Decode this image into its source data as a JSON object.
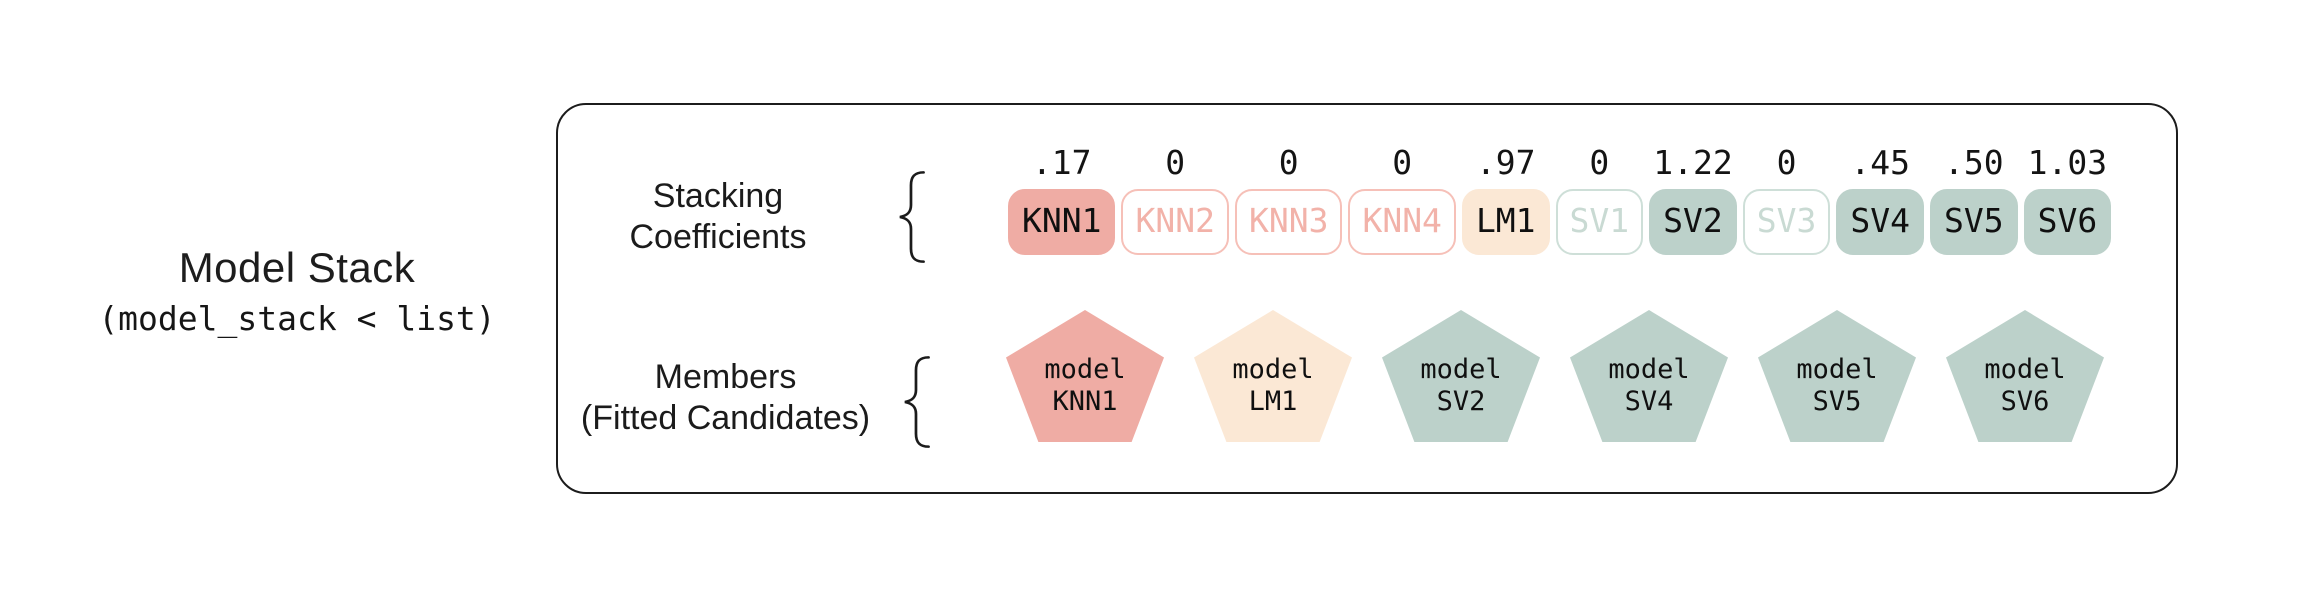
{
  "title": {
    "heading": "Model Stack",
    "subtitle_code": "(model_stack < list)"
  },
  "colors": {
    "salmon": "#EFACA4",
    "salmon_faded_border": "#F6C0B8",
    "salmon_faded_text": "#F2B2A9",
    "cream": "#FBE8D5",
    "teal": "#BCD1CA",
    "teal_faded_border": "#CEDFD8",
    "teal_faded_text": "#C9DAD3",
    "ink": "#1B1B1B"
  },
  "stack": {
    "coefficients_label": {
      "line1": "Stacking",
      "line2": "Coefficients"
    },
    "members_label": {
      "line1": "Members",
      "line2": "(Fitted Candidates)"
    },
    "coefficients": [
      {
        "model": "KNN1",
        "value": ".17",
        "group": "knn",
        "active": true
      },
      {
        "model": "KNN2",
        "value": "0",
        "group": "knn",
        "active": false
      },
      {
        "model": "KNN3",
        "value": "0",
        "group": "knn",
        "active": false
      },
      {
        "model": "KNN4",
        "value": "0",
        "group": "knn",
        "active": false
      },
      {
        "model": "LM1",
        "value": ".97",
        "group": "lm",
        "active": true
      },
      {
        "model": "SV1",
        "value": "0",
        "group": "sv",
        "active": false
      },
      {
        "model": "SV2",
        "value": "1.22",
        "group": "sv",
        "active": true
      },
      {
        "model": "SV3",
        "value": "0",
        "group": "sv",
        "active": false
      },
      {
        "model": "SV4",
        "value": ".45",
        "group": "sv",
        "active": true
      },
      {
        "model": "SV5",
        "value": ".50",
        "group": "sv",
        "active": true
      },
      {
        "model": "SV6",
        "value": "1.03",
        "group": "sv",
        "active": true
      }
    ],
    "members": [
      {
        "line1": "model",
        "line2": "KNN1",
        "group": "knn"
      },
      {
        "line1": "model",
        "line2": "LM1",
        "group": "lm"
      },
      {
        "line1": "model",
        "line2": "SV2",
        "group": "sv"
      },
      {
        "line1": "model",
        "line2": "SV4",
        "group": "sv"
      },
      {
        "line1": "model",
        "line2": "SV5",
        "group": "sv"
      },
      {
        "line1": "model",
        "line2": "SV6",
        "group": "sv"
      }
    ]
  }
}
